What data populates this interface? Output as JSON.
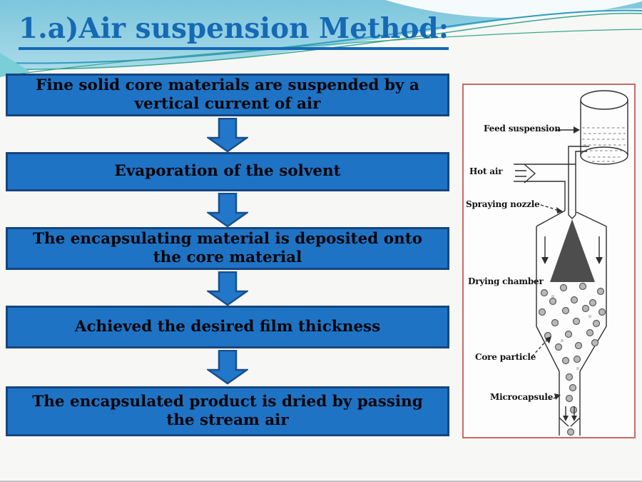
{
  "slide": {
    "title": "1.a)Air suspension Method:"
  },
  "flowchart": {
    "steps": [
      {
        "label": "Fine solid core materials are suspended by a vertical current of air"
      },
      {
        "label": "Evaporation of the solvent"
      },
      {
        "label": "The encapsulating material is deposited onto the core material"
      },
      {
        "label": "Achieved the desired film thickness"
      },
      {
        "label": "The encapsulated product is dried by passing the stream air"
      }
    ]
  },
  "diagram": {
    "labels": {
      "feed_suspension": "Feed suspension",
      "hot_air": "Hot air",
      "spraying_nozzle": "Spraying nozzle",
      "drying_chamber": "Drying chamber",
      "core_particle": "Core particle",
      "microcapsule": "Microcapsule"
    }
  },
  "colors": {
    "page_bg": "#f7f7f6",
    "title_color": "#1569b5",
    "box_fill": "#1f73c5",
    "box_border": "#16457e",
    "arrow_fill": "#2277c9",
    "arrow_border": "#174f8e",
    "diagram_border": "#c96a64",
    "band_top": "#7cc6dc",
    "band_bottom": "#b9e1ed"
  }
}
